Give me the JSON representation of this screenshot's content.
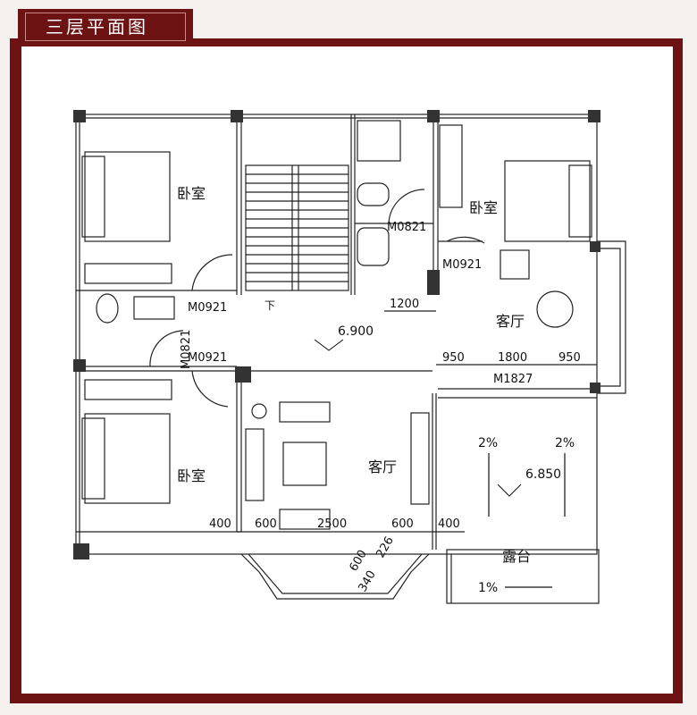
{
  "title": "三层平面图",
  "rooms": {
    "bedroom_tl": "卧室",
    "bedroom_tr": "卧室",
    "bedroom_bl": "卧室",
    "living_right": "客厅",
    "living_center": "客厅",
    "terrace": "露台"
  },
  "doors": {
    "m0821_top": "M0821",
    "m0921_right": "M0921",
    "m0921_left_top": "M0921",
    "m0921_left_bot": "M0921",
    "m0821_side": "M0821",
    "m1827": "M1827"
  },
  "stair_down": "下",
  "elevations": {
    "upper": "6.900",
    "terrace": "6.850"
  },
  "slopes": {
    "left": "2%",
    "right": "2%",
    "terrace": "1%"
  },
  "dims": {
    "d1200": "1200",
    "d950a": "950",
    "d1800": "1800",
    "d950b": "950",
    "d400a": "400",
    "d600a": "600",
    "d2500": "2500",
    "d600b": "600",
    "d400b": "400",
    "d600c": "600",
    "d226": "226",
    "d340": "340"
  }
}
